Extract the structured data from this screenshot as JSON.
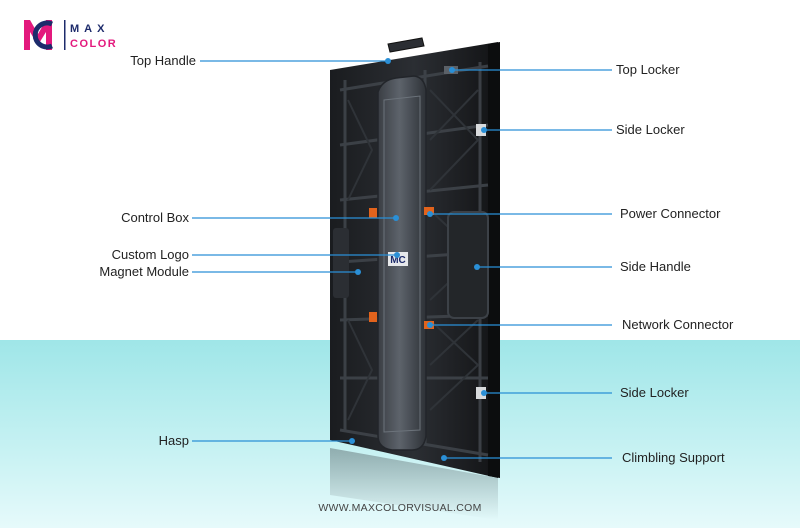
{
  "brand": {
    "logo_mark": "MC",
    "logo_text_top": "MAX",
    "logo_text_bottom": "COLOR",
    "colors": {
      "magenta": "#e3197d",
      "navy": "#1d2b6b",
      "blue": "#2a8fd6"
    }
  },
  "callouts": {
    "left": [
      {
        "id": "top-handle",
        "label": "Top Handle"
      },
      {
        "id": "control-box",
        "label": "Control Box"
      },
      {
        "id": "custom-logo",
        "label": "Custom Logo"
      },
      {
        "id": "magnet-module",
        "label": "Magnet Module"
      },
      {
        "id": "hasp",
        "label": "Hasp"
      }
    ],
    "right": [
      {
        "id": "top-locker",
        "label": "Top Locker"
      },
      {
        "id": "side-locker-top",
        "label": "Side Locker"
      },
      {
        "id": "power-connector",
        "label": "Power Connector"
      },
      {
        "id": "side-handle",
        "label": "Side Handle"
      },
      {
        "id": "network-connector",
        "label": "Network Connector"
      },
      {
        "id": "side-locker-bottom",
        "label": "Side Locker"
      },
      {
        "id": "climbing-support",
        "label": "Climbling Support"
      }
    ],
    "line_color": "#2a8fd6"
  },
  "footer": {
    "url": "WWW.MAXCOLORVISUAL.COM"
  }
}
